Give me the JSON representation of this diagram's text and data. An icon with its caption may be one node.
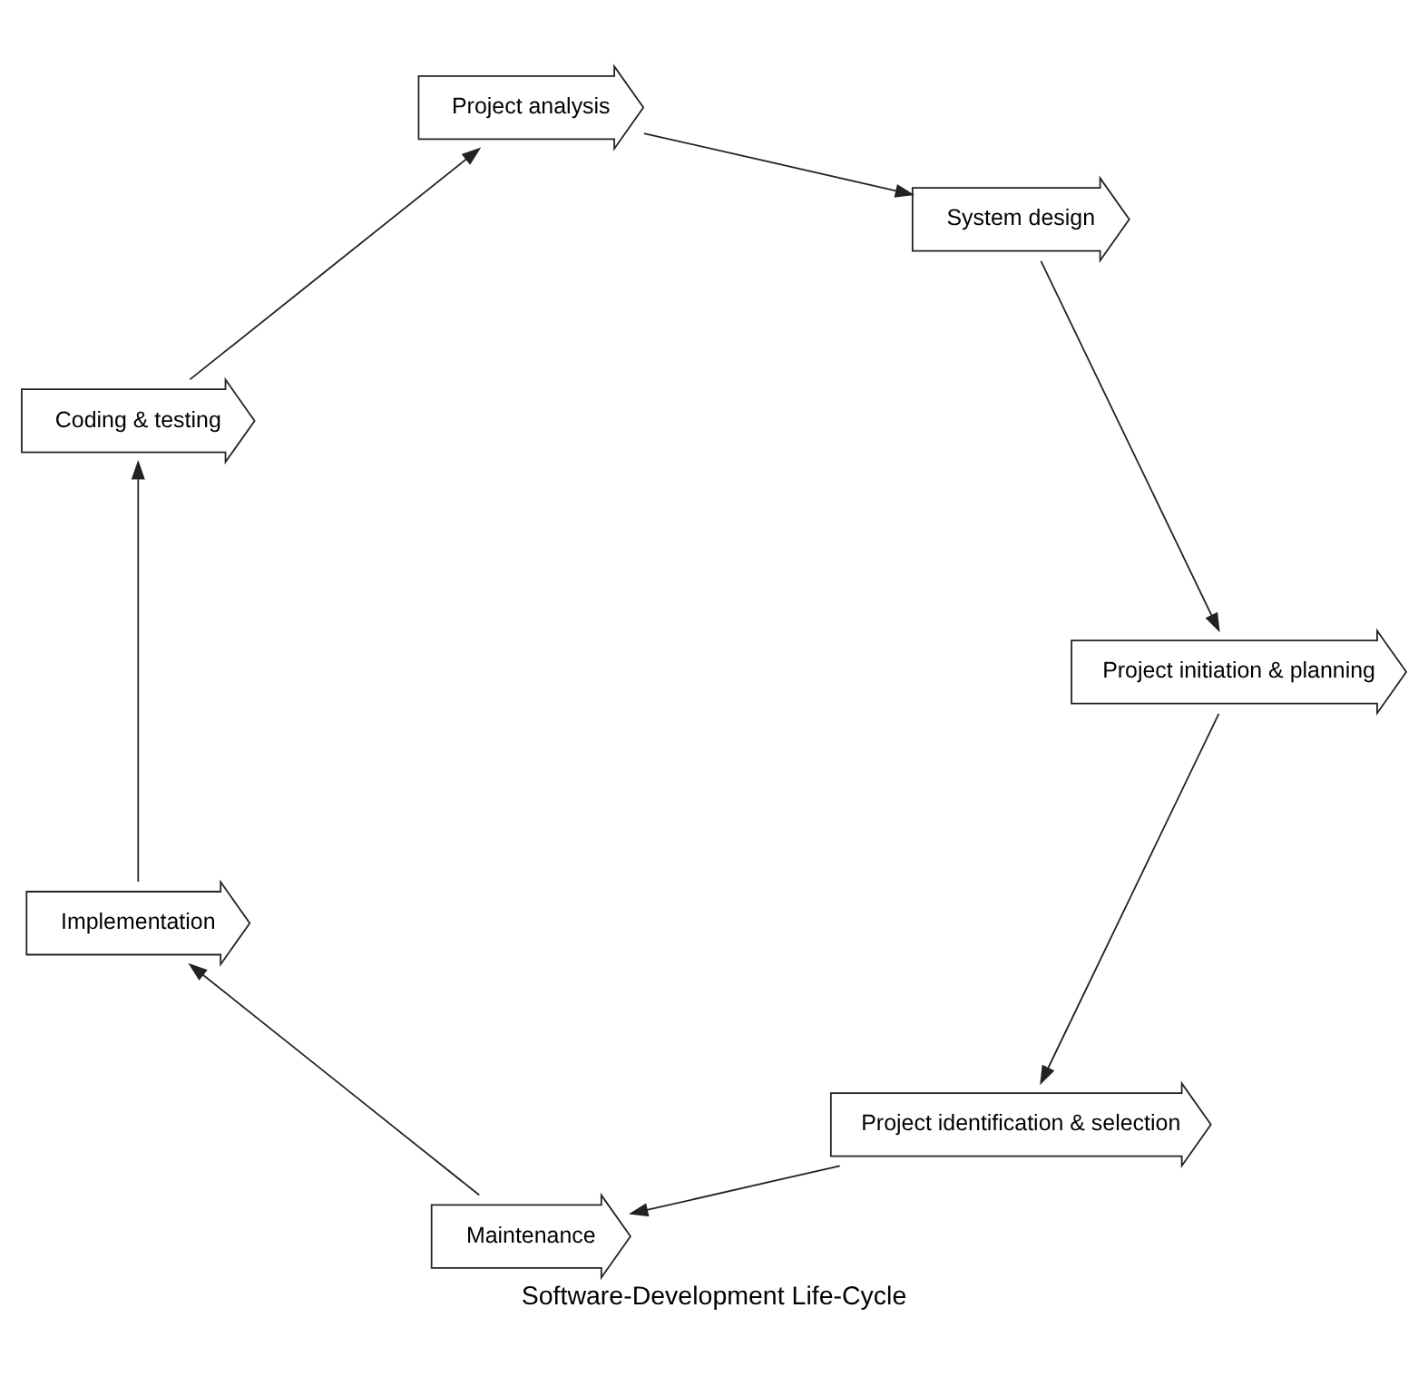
{
  "diagram": {
    "caption": "Software-Development Life-Cycle",
    "nodes": [
      {
        "text": [
          "Project identification & selection"
        ]
      },
      {
        "text": [
          "Maintenance"
        ]
      },
      {
        "text": [
          "Implementation"
        ]
      },
      {
        "text": [
          "Coding & testing"
        ]
      },
      {
        "text": [
          "Project analysis"
        ]
      },
      {
        "text": [
          "System design"
        ]
      },
      {
        "text": [
          "Project initiation & planning"
        ]
      }
    ],
    "edges": [
      {
        "from": 0,
        "to": 1,
        "arrow": "to"
      },
      {
        "from": 1,
        "to": 2,
        "arrow": "to"
      },
      {
        "from": 2,
        "to": 3,
        "arrow": "to"
      },
      {
        "from": 3,
        "to": 4,
        "arrow": "to"
      },
      {
        "from": 4,
        "to": 5,
        "arrow": "to"
      },
      {
        "from": 5,
        "to": 6,
        "arrow": "to"
      },
      {
        "from": 6,
        "to": 0,
        "arrow": "to"
      }
    ]
  }
}
